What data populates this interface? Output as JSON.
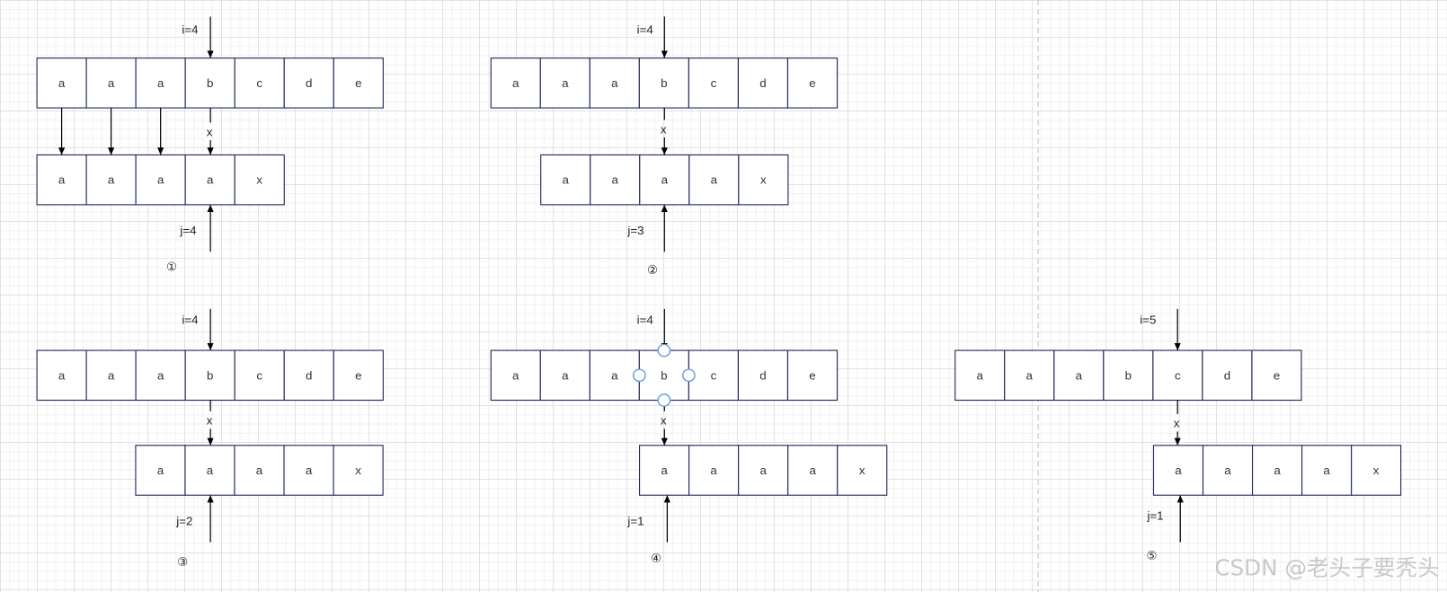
{
  "diagram": {
    "watermark": "CSDN @老头子要秃头",
    "colors": {
      "cell_border": "#1f2b5c",
      "cell_fill": "#ffffff",
      "arrow": "#000000",
      "selection_handle": "#5b9bd5",
      "page_divider": "#bdbdbd"
    },
    "steps": [
      {
        "number": "①",
        "i_label": "i=4",
        "j_label": "j=4",
        "mismatch_label": "x",
        "text": [
          "a",
          "a",
          "a",
          "b",
          "c",
          "d",
          "e"
        ],
        "pattern": [
          "a",
          "a",
          "a",
          "a",
          "x"
        ]
      },
      {
        "number": "②",
        "i_label": "i=4",
        "j_label": "j=3",
        "mismatch_label": "x",
        "text": [
          "a",
          "a",
          "a",
          "b",
          "c",
          "d",
          "e"
        ],
        "pattern": [
          "a",
          "a",
          "a",
          "a",
          "x"
        ]
      },
      {
        "number": "③",
        "i_label": "i=4",
        "j_label": "j=2",
        "mismatch_label": "x",
        "text": [
          "a",
          "a",
          "a",
          "b",
          "c",
          "d",
          "e"
        ],
        "pattern": [
          "a",
          "a",
          "a",
          "a",
          "x"
        ]
      },
      {
        "number": "④",
        "i_label": "i=4",
        "j_label": "j=1",
        "mismatch_label": "x",
        "text": [
          "a",
          "a",
          "a",
          "b",
          "c",
          "d",
          "e"
        ],
        "pattern": [
          "a",
          "a",
          "a",
          "a",
          "x"
        ]
      },
      {
        "number": "⑤",
        "i_label": "i=5",
        "j_label": "j=1",
        "mismatch_label": "x",
        "text": [
          "a",
          "a",
          "a",
          "b",
          "c",
          "d",
          "e"
        ],
        "pattern": [
          "a",
          "a",
          "a",
          "a",
          "x"
        ]
      }
    ]
  }
}
